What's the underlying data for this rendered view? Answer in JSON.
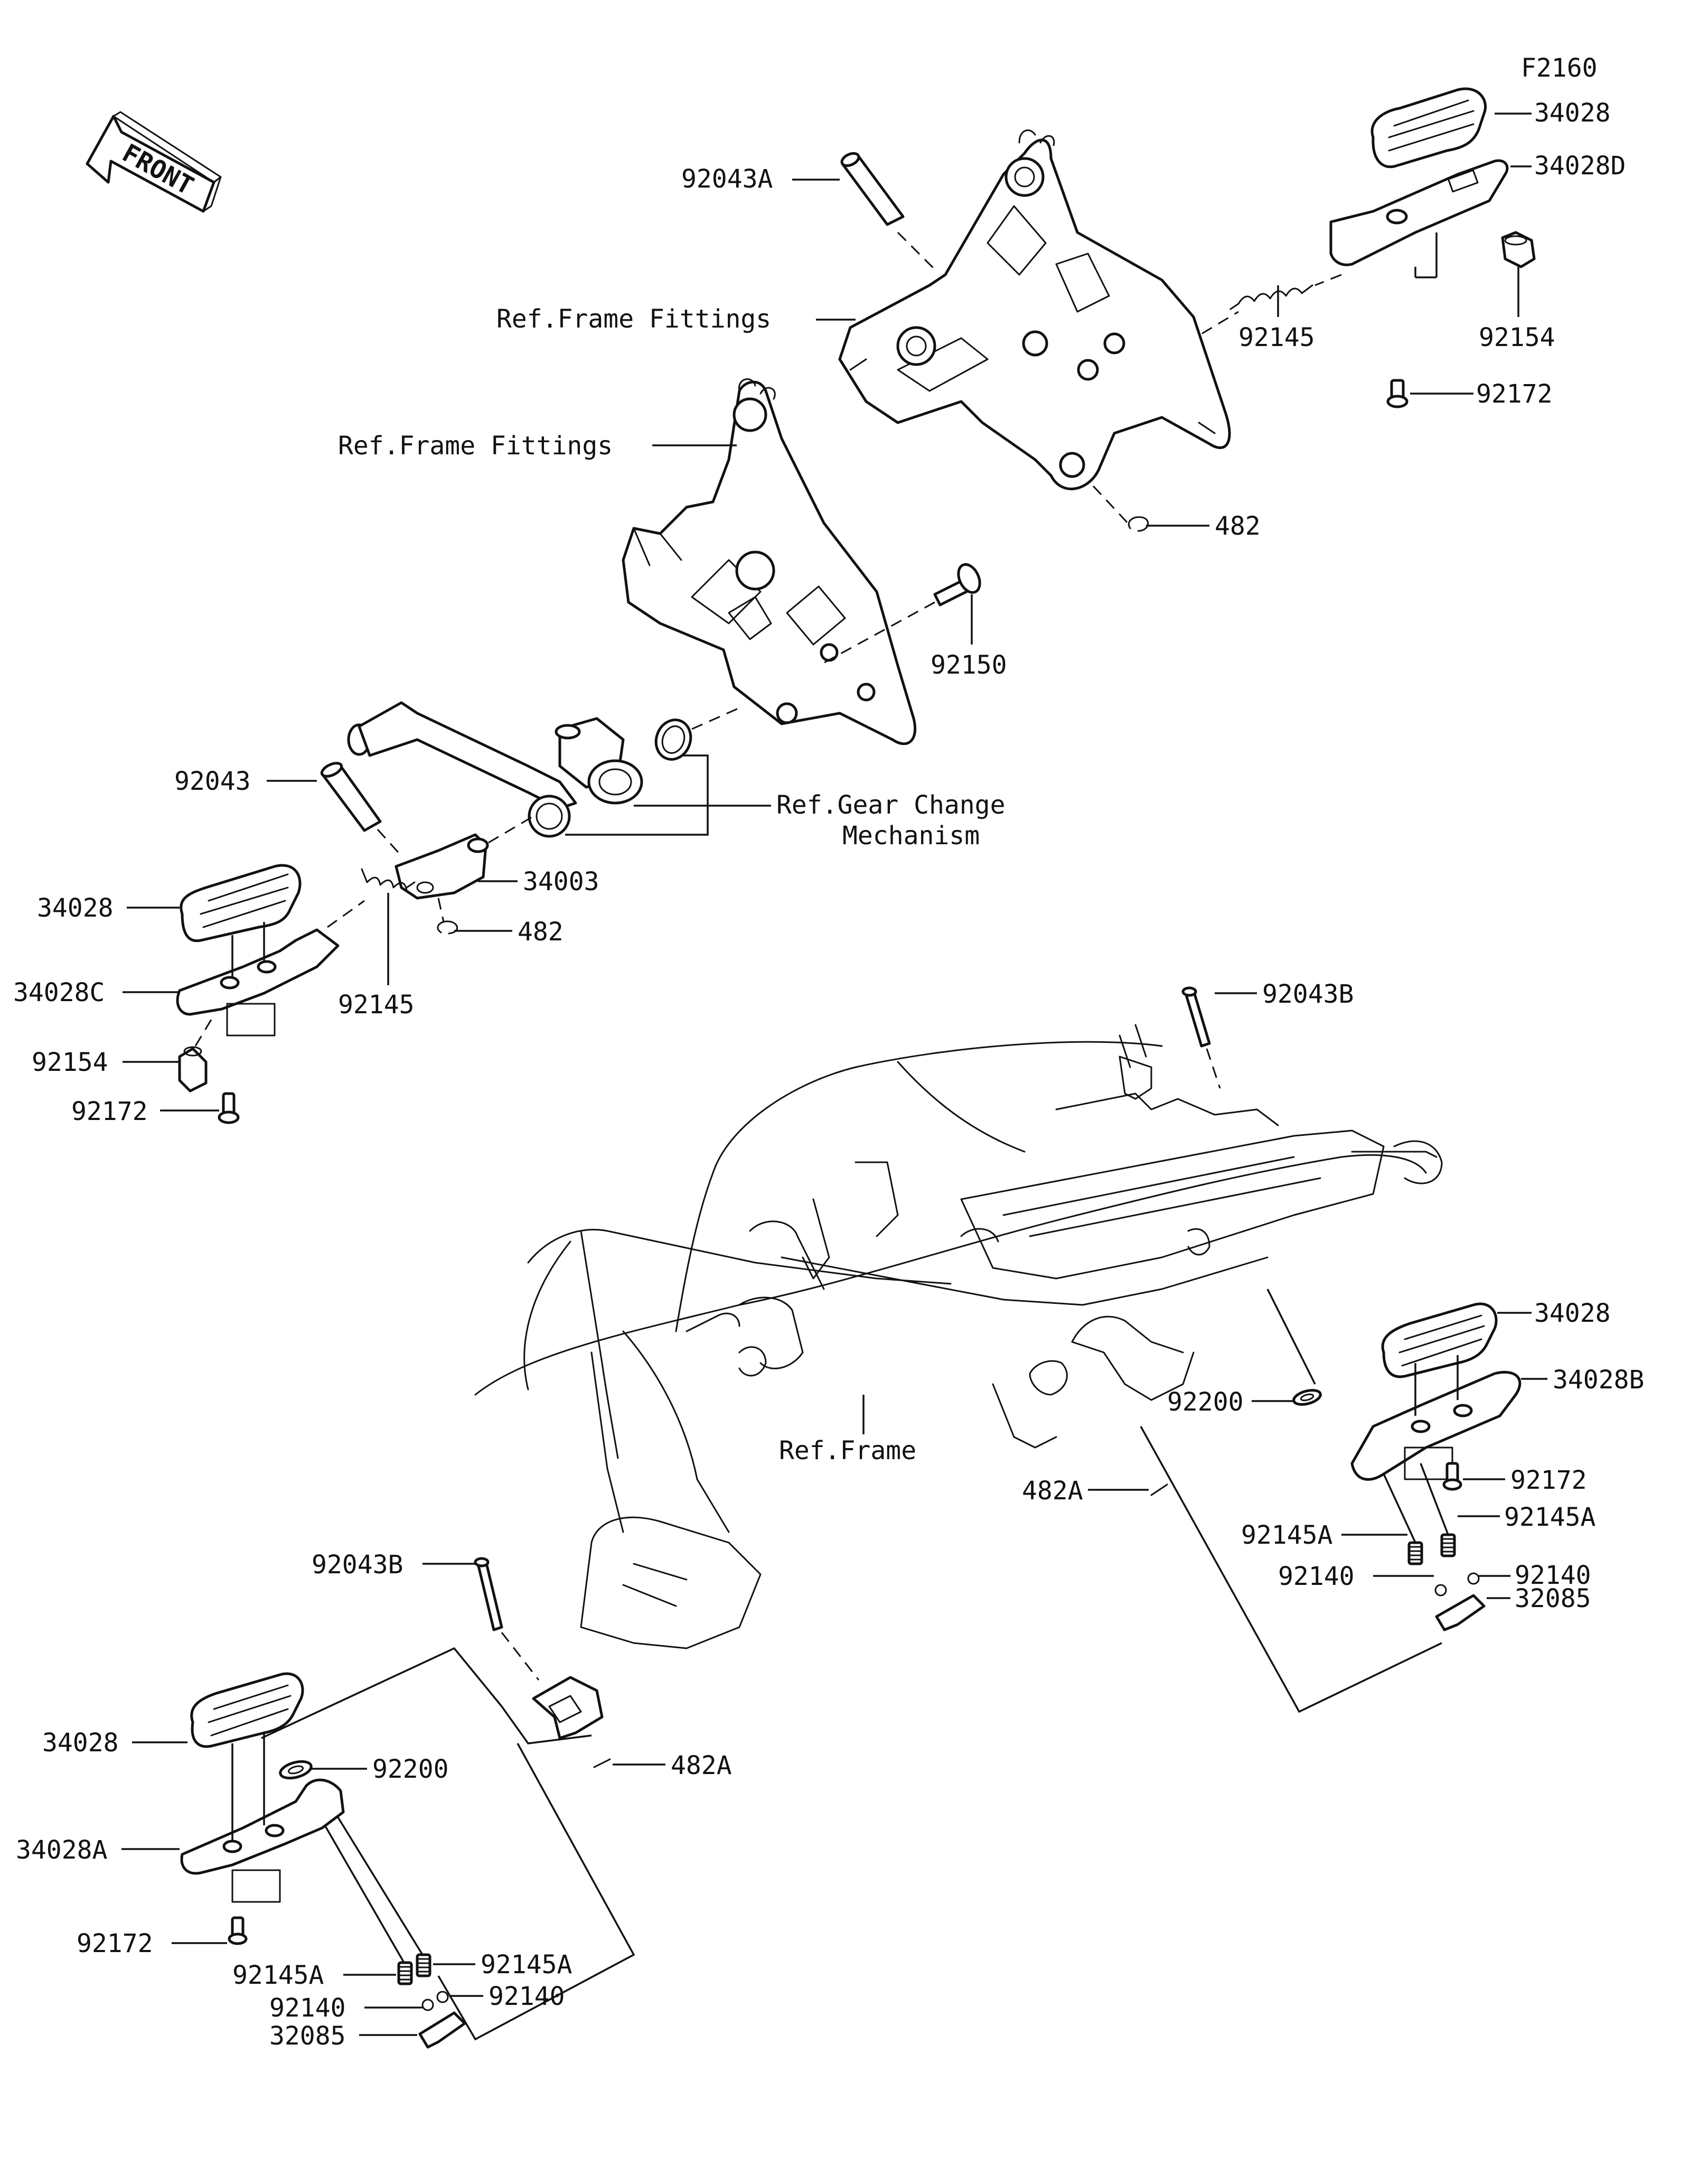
{
  "figure_id": "F2160",
  "front_marker": "FRONT",
  "labels": {
    "rear_right_peg_rubber": "34028",
    "rear_right_peg_bracket": "34028D",
    "pin_upper": "92043A",
    "ref_frame_fittings_upper": "Ref.Frame Fittings",
    "stopper_right": "92154",
    "spring_upper": "92145",
    "bolt_upper": "92172",
    "snap_upper": "482",
    "ref_frame_fittings_lower": "Ref.Frame Fittings",
    "bolt_fittings": "92150",
    "pin_lever": "92043",
    "ref_gear_change_1": "Ref.Gear Change",
    "ref_gear_change_2": "Mechanism",
    "peg_rubber_mid": "34028",
    "peg_lever": "34003",
    "snap_mid": "482",
    "peg_bracket_mid": "34028C",
    "spring_mid": "92145",
    "stopper_mid": "92154",
    "bolt_mid": "92172",
    "pin_frame_upper": "92043B",
    "peg_rubber_right": "34028",
    "peg_bracket_right": "34028B",
    "washer_right": "92200",
    "bolt_right": "92172",
    "ref_frame": "Ref.Frame",
    "snap_right": "482A",
    "spring_right_a": "92145A",
    "spring_right_b": "92145A",
    "ball_right_a": "92140",
    "ball_right_b": "92140",
    "plate_right": "32085",
    "pin_frame_lower": "92043B",
    "peg_rubber_left": "34028",
    "washer_left": "92200",
    "snap_left": "482A",
    "peg_bracket_left": "34028A",
    "bolt_left": "92172",
    "spring_left_a": "92145A",
    "spring_left_b": "92145A",
    "ball_left_a": "92140",
    "ball_left_b": "92140",
    "plate_left": "32085"
  }
}
